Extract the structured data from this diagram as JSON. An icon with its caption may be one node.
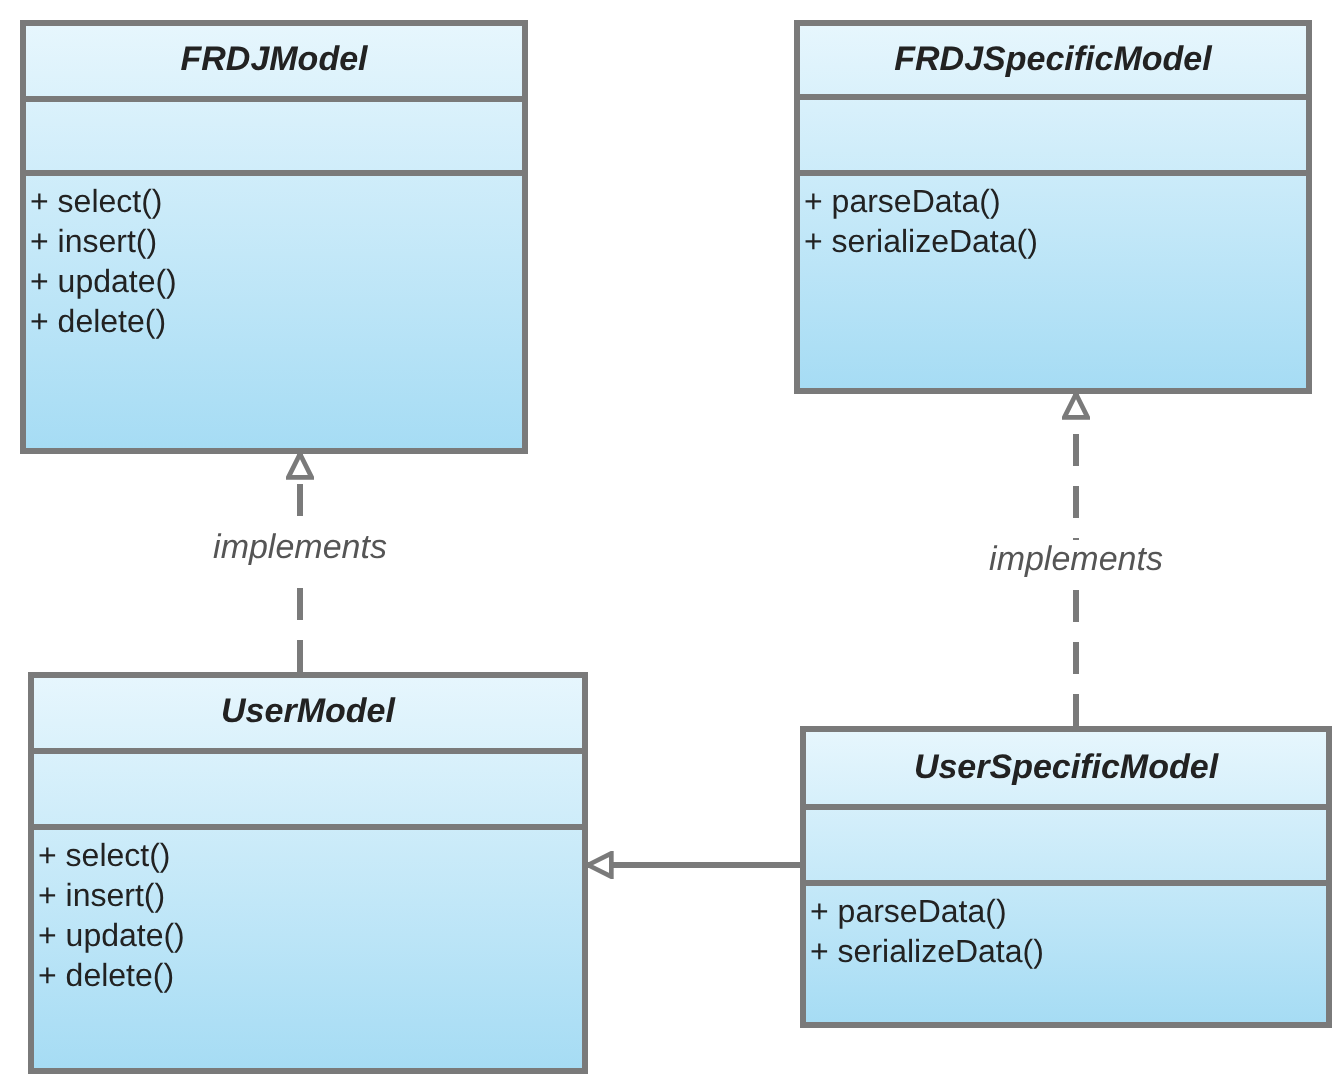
{
  "diagram": {
    "nodes": [
      {
        "text": [
          "FRDJModel",
          "+ select()",
          "+ insert()",
          "+ update()",
          "+ delete()"
        ]
      },
      {
        "text": [
          "FRDJSpecificModel",
          "+ parseData()",
          "+ serializeData()"
        ]
      },
      {
        "text": [
          "UserModel",
          "+ select()",
          "+ insert()",
          "+ update()",
          "+ delete()"
        ]
      },
      {
        "text": [
          "UserSpecificModel",
          "+ parseData()",
          "+ serializeData()"
        ]
      }
    ],
    "edges": [
      {
        "from": 2,
        "to": 0,
        "arrow": "to",
        "label": "implements",
        "style": "dashed"
      },
      {
        "from": 3,
        "to": 1,
        "arrow": "to",
        "label": "implements",
        "style": "dashed"
      },
      {
        "from": 3,
        "to": 2,
        "arrow": "to"
      }
    ]
  }
}
